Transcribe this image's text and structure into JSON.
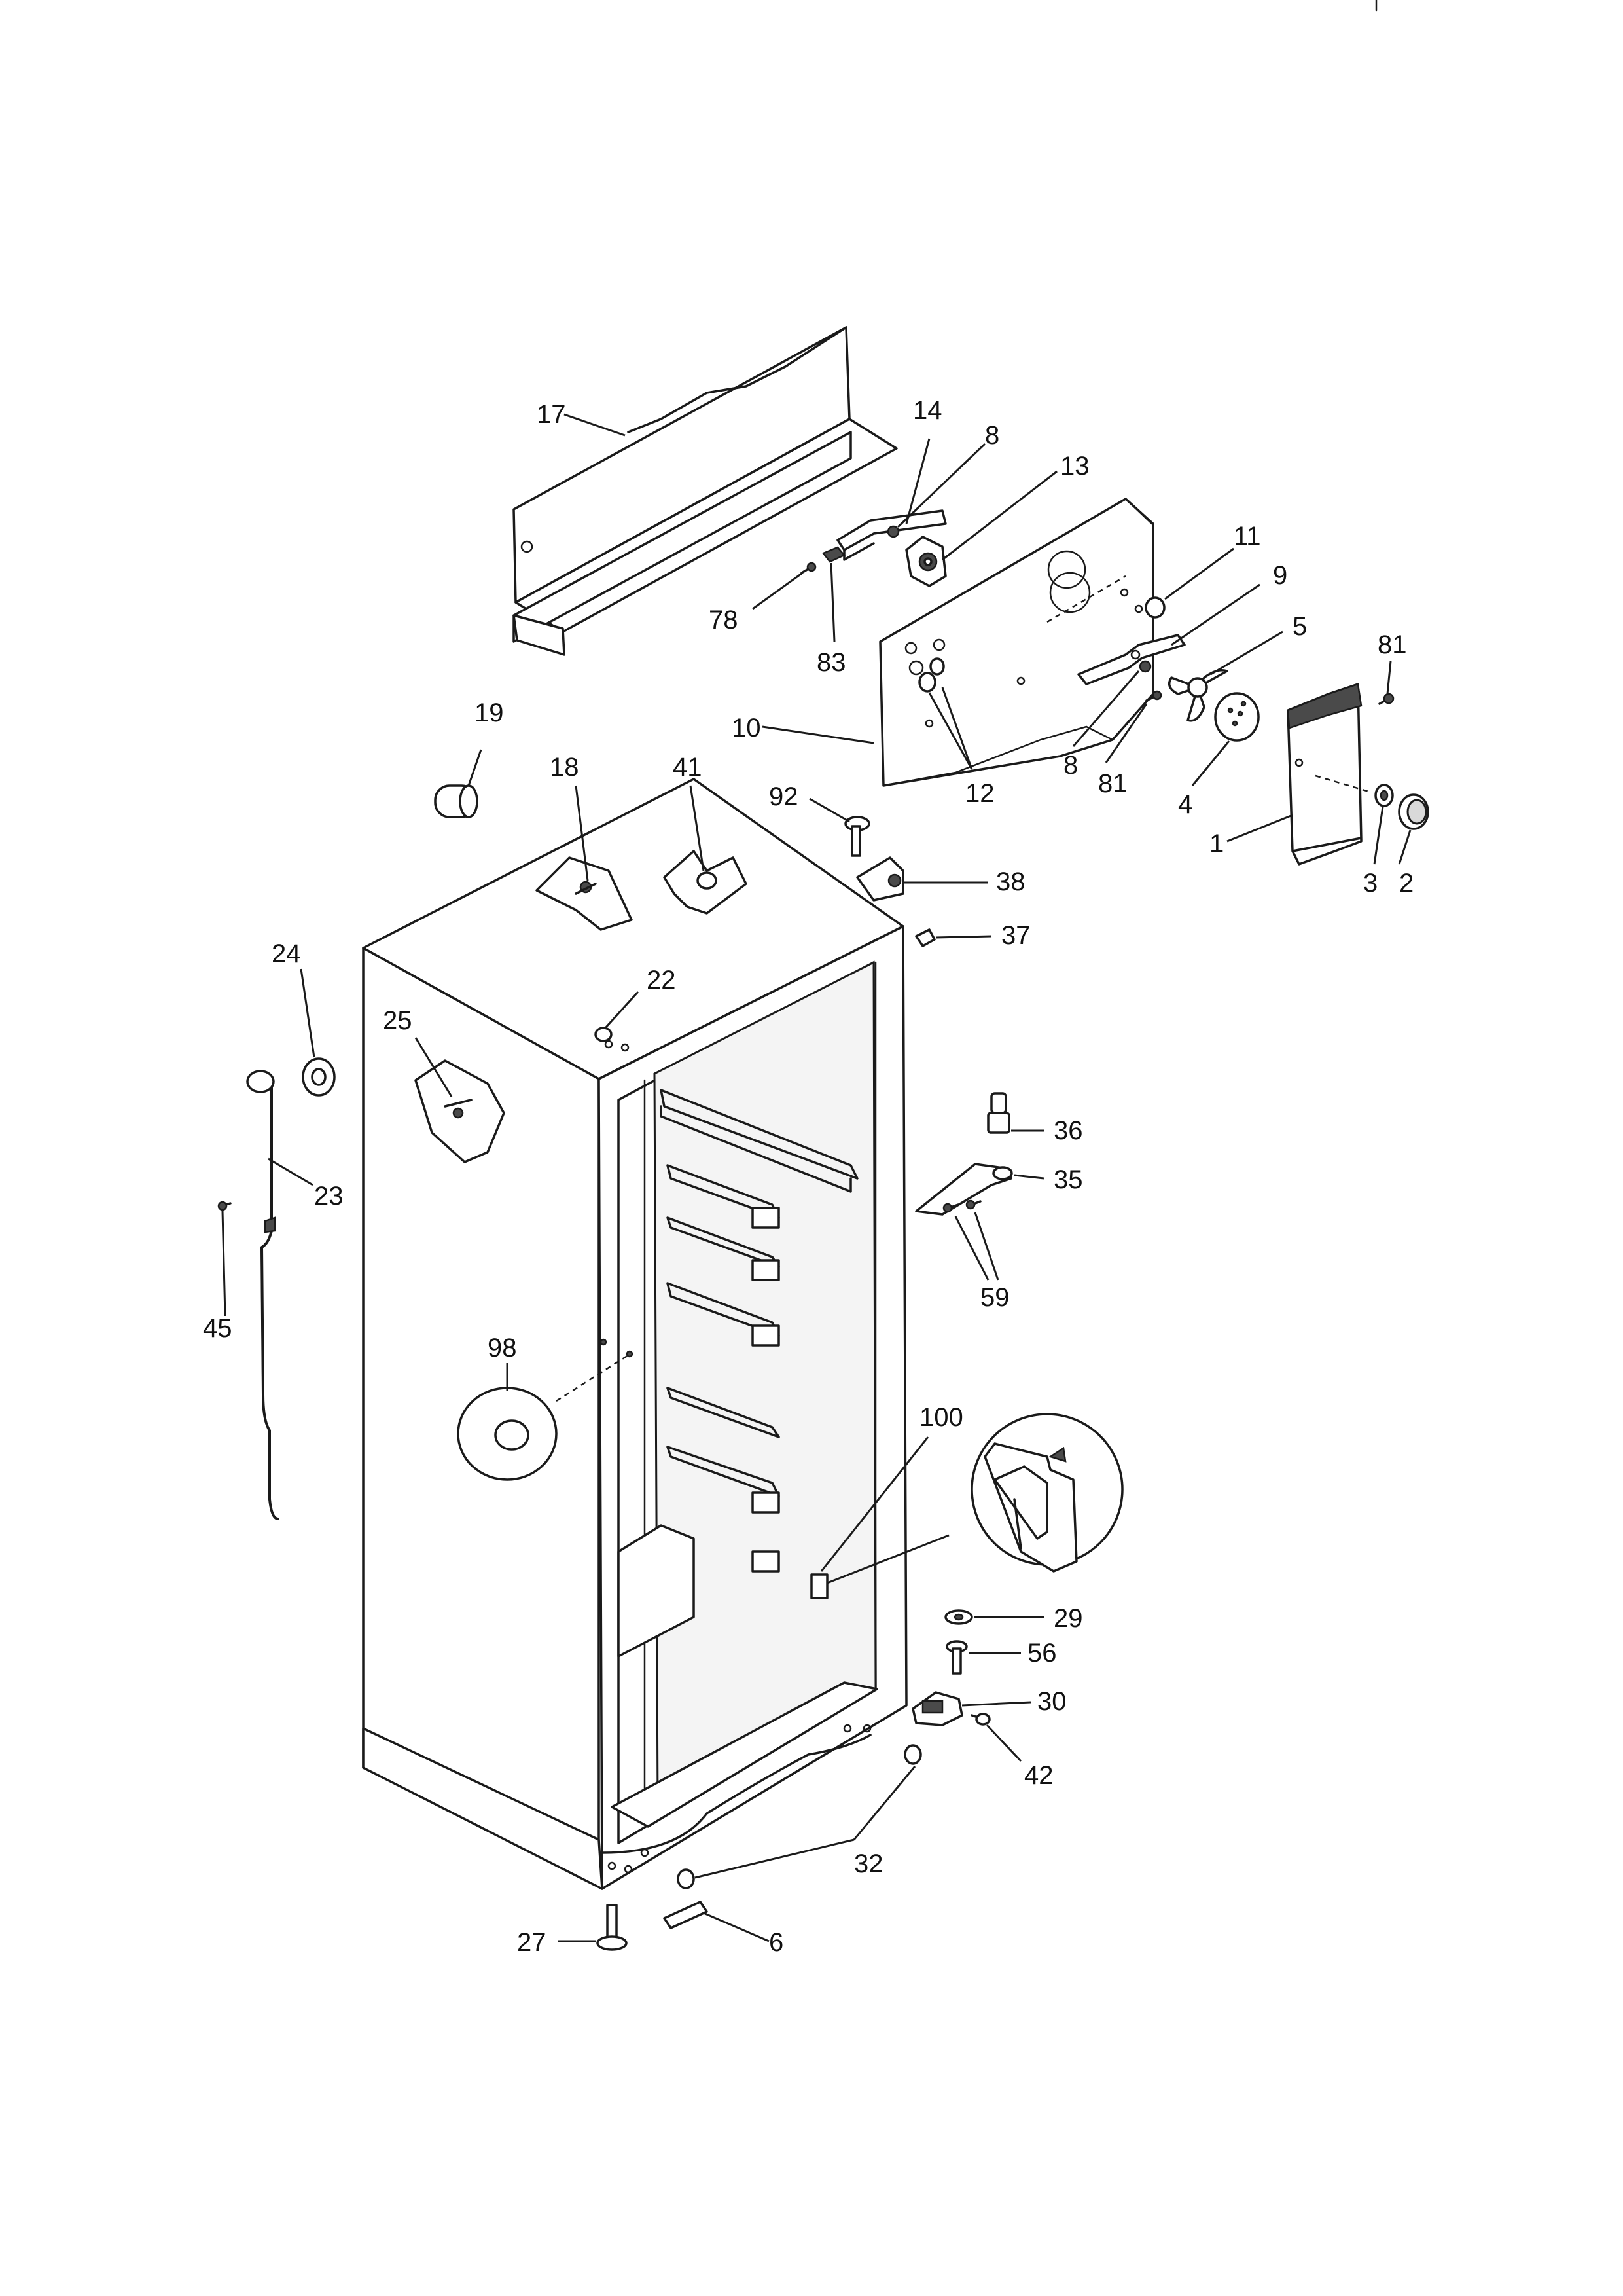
{
  "callouts": {
    "c1": "1",
    "c2": "2",
    "c3": "3",
    "c4": "4",
    "c5": "5",
    "c6": "6",
    "c8a": "8",
    "c8b": "8",
    "c9": "9",
    "c10": "10",
    "c11": "11",
    "c12": "12",
    "c13": "13",
    "c14": "14",
    "c17": "17",
    "c18": "18",
    "c19": "19",
    "c22": "22",
    "c23": "23",
    "c24": "24",
    "c25": "25",
    "c27": "27",
    "c29": "29",
    "c30": "30",
    "c32": "32",
    "c35": "35",
    "c36": "36",
    "c37": "37",
    "c38": "38",
    "c41": "41",
    "c42": "42",
    "c45": "45",
    "c56": "56",
    "c59": "59",
    "c78": "78",
    "c81a": "81",
    "c81b": "81",
    "c83": "83",
    "c92": "92",
    "c98": "98",
    "c100": "100"
  }
}
